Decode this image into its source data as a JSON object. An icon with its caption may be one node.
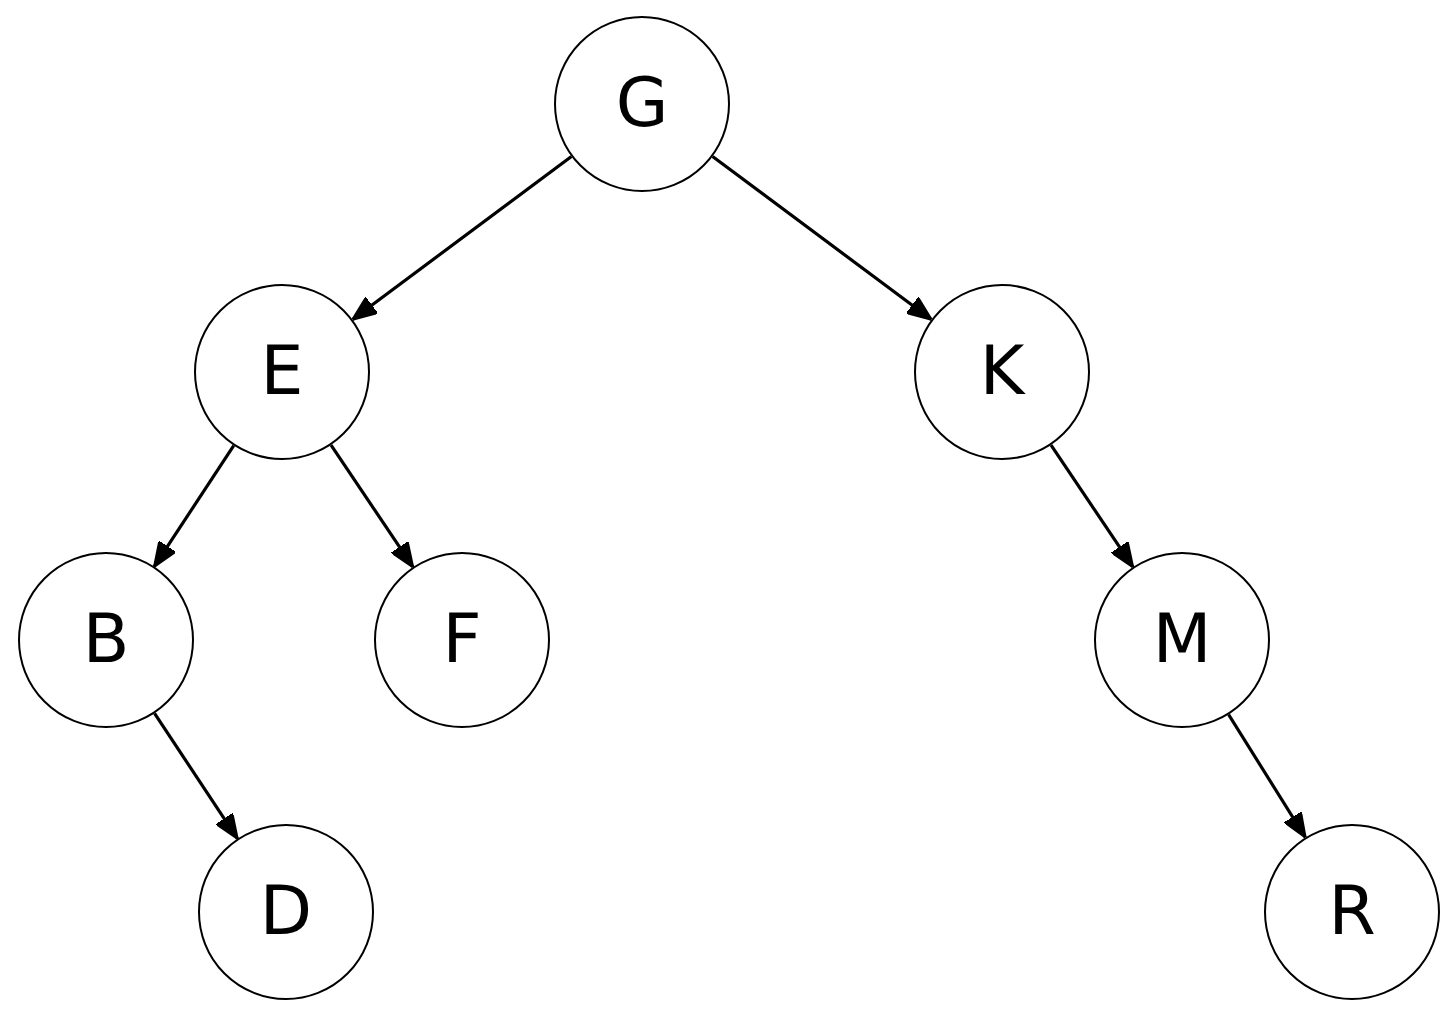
{
  "diagram": {
    "nodes": [
      {
        "text": [
          "G"
        ]
      },
      {
        "text": [
          "E"
        ]
      },
      {
        "text": [
          "K"
        ]
      },
      {
        "text": [
          "B"
        ]
      },
      {
        "text": [
          "F"
        ]
      },
      {
        "text": [
          "M"
        ]
      },
      {
        "text": [
          "D"
        ]
      },
      {
        "text": [
          "R"
        ]
      }
    ],
    "edges": [
      {
        "from": 0,
        "to": 1,
        "arrow": "to"
      },
      {
        "from": 0,
        "to": 2,
        "arrow": "to"
      },
      {
        "from": 1,
        "to": 3,
        "arrow": "to"
      },
      {
        "from": 1,
        "to": 4,
        "arrow": "to"
      },
      {
        "from": 2,
        "to": 5,
        "arrow": "to"
      },
      {
        "from": 3,
        "to": 6,
        "arrow": "to"
      },
      {
        "from": 5,
        "to": 7,
        "arrow": "to"
      }
    ]
  }
}
